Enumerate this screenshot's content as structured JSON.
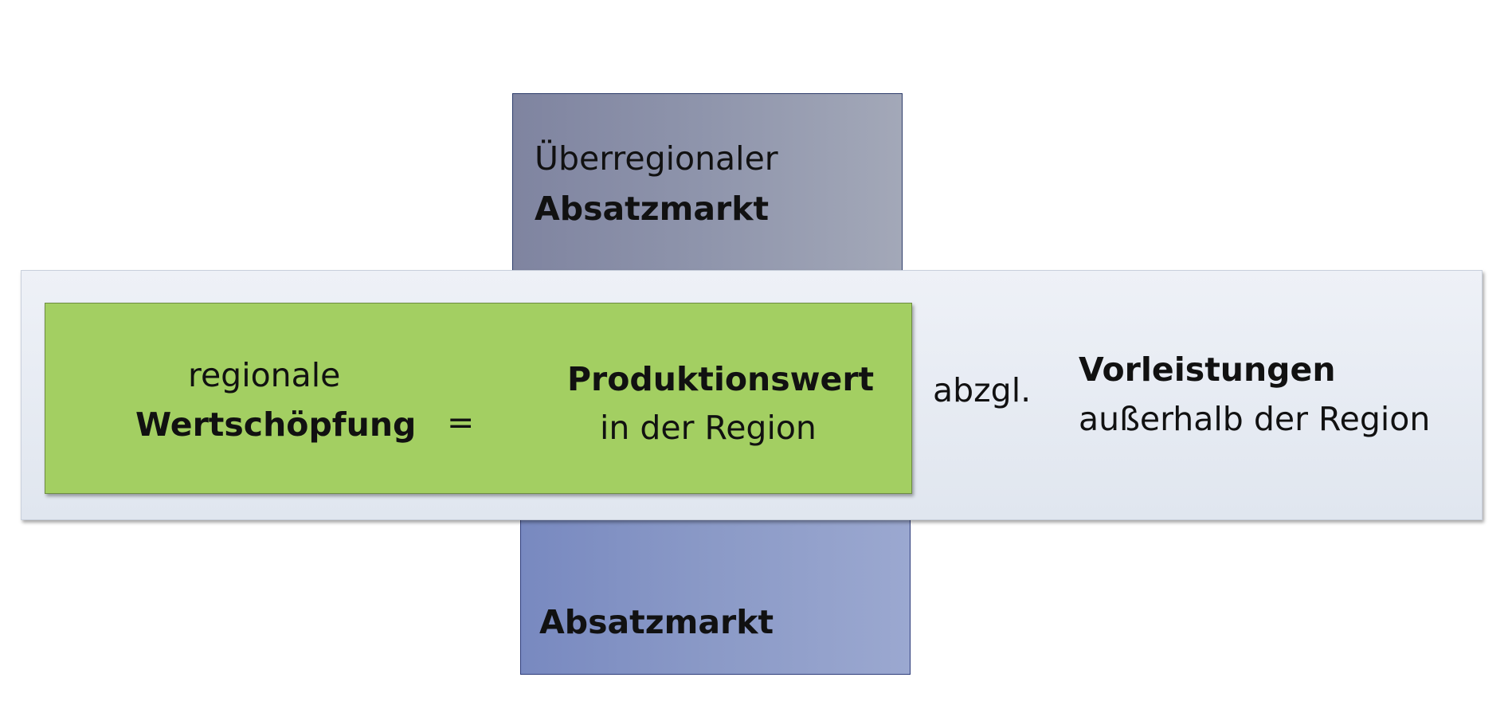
{
  "top_box": {
    "line1": "Überregionaler",
    "line2": "Absatzmarkt"
  },
  "bottom_box": {
    "label": "Absatzmarkt"
  },
  "formula": {
    "left_line1": "regionale",
    "left_line2": "Wertschöpfung",
    "equals": "=",
    "middle_line1": "Produktionswert",
    "middle_line2": "in der Region",
    "operator": "abzgl.",
    "right_line1": "Vorleistungen",
    "right_line2": "außerhalb der Region"
  },
  "colors": {
    "green_box": "#a3cf62",
    "top_box": "#8f95ac",
    "bottom_box": "#8b9ac7",
    "band": "#e6ebf3"
  }
}
